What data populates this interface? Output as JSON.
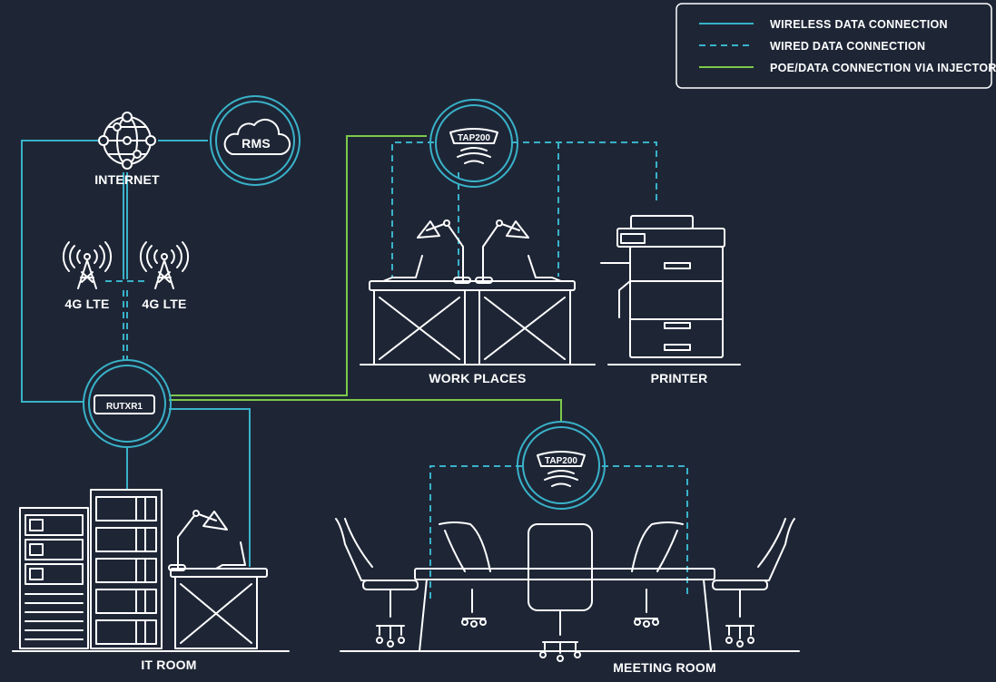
{
  "legend": {
    "wireless": "WIRELESS DATA CONNECTION",
    "wired": "WIRED DATA CONNECTION",
    "poe": "POE/DATA CONNECTION VIA INJECTOR"
  },
  "nodes": {
    "internet": "INTERNET",
    "rms": "RMS",
    "lte_left": "4G LTE",
    "lte_right": "4G LTE",
    "router": "RUTXR1",
    "ap_top": "TAP200",
    "ap_bottom": "TAP200"
  },
  "areas": {
    "work_places": "WORK PLACES",
    "printer": "PRINTER",
    "it_room": "IT ROOM",
    "meeting_room": "MEETING ROOM"
  },
  "colors": {
    "background": "#1e2636",
    "wireless": "#39b2c9",
    "wired": "#39b2c9",
    "poe": "#7dc94a",
    "line_art": "#ffffff"
  }
}
